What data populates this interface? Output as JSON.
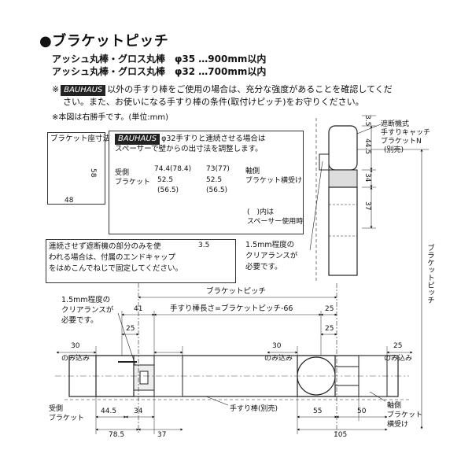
{
  "header": {
    "title": "●ブラケットピッチ",
    "spec1": "アッシュ丸棒・グロス丸棒　φ35 …900mm以内",
    "spec2": "アッシュ丸棒・グロス丸棒　φ32 …700mm以内"
  },
  "notes": {
    "note1_prefix": "※",
    "brand": "BAUHAUS",
    "note1_rest": "以外の手すり棒をご使用の場合は、充分な強度があることを確認してくだ",
    "note1_line2": "さい。また、お使いになる手すり棒の条件(取付けピッチ)をお守りください。",
    "note2": "※本図は右勝手です。(単位:mm)"
  },
  "seat_box": {
    "title": "ブラケット座寸法",
    "dim_w": "48",
    "dim_h": "58"
  },
  "spacer_box": {
    "brand": "BAUHAUS",
    "line1_rest": "φ32手すりと連続させる場合は",
    "line2": "スペーサーで壁からの出寸法を調整します。",
    "left_label1": "受側",
    "left_label2": "ブラケット",
    "left_dim_top": "74.4(78.4)",
    "left_dim_mid": "52.5",
    "left_dim_bot": "(56.5)",
    "right_label1": "軸側",
    "right_label2": "ブラケット横受け",
    "right_dim_top": "73(77)",
    "right_dim_mid": "52.5",
    "right_dim_bot": "(56.5)",
    "paren_note1": "(　)内は",
    "paren_note2": "スペーサー使用時"
  },
  "endcap_box": {
    "line1": "連続させず遮断機の部分のみを使",
    "line2": "われる場合は、付属のエンドキャップ",
    "line3": "をはめこんでねじで固定してください。",
    "dim": "3.5"
  },
  "right_detail": {
    "label1": "遮断機式",
    "label2": "手すりキャッチ",
    "label3": "ブラケットN",
    "label4": "(別売)",
    "dim_35": "3.5",
    "dim_445": "44.5",
    "dim_34": "34",
    "dim_37": "37",
    "clearance1": "1.5mm程度の",
    "clearance2": "クリアランスが",
    "clearance3": "必要です。",
    "pitch_vertical": "ブラケットピッチ"
  },
  "bottom": {
    "clearance1": "1.5mm程度の",
    "clearance2": "クリアランスが",
    "clearance3": "必要です。",
    "pitch_label": "ブラケットピッチ",
    "rail_length": "手すり棒長さ=ブラケットピッチ-66",
    "dim_41": "41",
    "dim_25a": "25",
    "dim_25b": "25",
    "dim_25c": "25",
    "dim_30a": "30",
    "dim_30b": "30",
    "dim_25d": "25",
    "insert_a": "のみ込み",
    "insert_b": "のみ込み",
    "insert_c": "のみ込み",
    "left_label1": "受側",
    "left_label2": "ブラケット",
    "rail_label": "手すり棒(別売)",
    "right_label1": "軸側",
    "right_label2": "ブラケット",
    "right_label3": "横受け",
    "dim_445": "44.5",
    "dim_34": "34",
    "dim_785": "78.5",
    "dim_37": "37",
    "dim_55": "55",
    "dim_50": "50",
    "dim_105": "105"
  }
}
